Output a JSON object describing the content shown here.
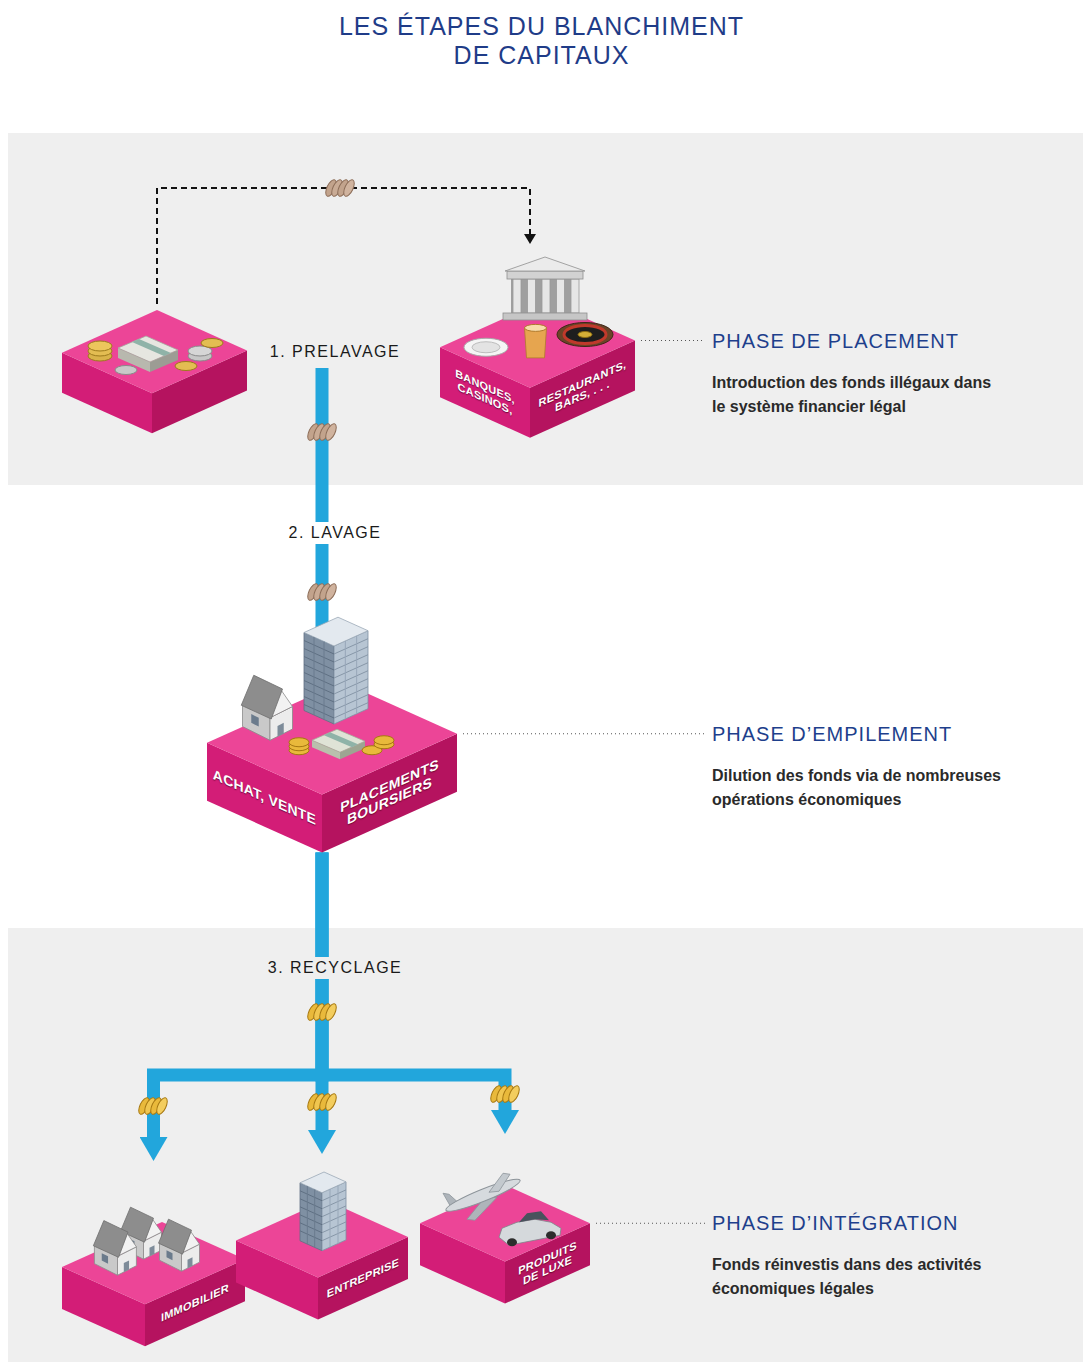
{
  "diagram": {
    "title": "LES ÉTAPES DU BLANCHIMENT DE CAPITAUX",
    "nodes": [
      {
        "text": [
          "BANQUES, CASINOS,",
          "RESTAURANTS, BARS, . . ."
        ]
      },
      {
        "text": [
          "ACHAT, VENTE",
          "PLACEMENTS BOURSIERS"
        ]
      },
      {
        "text": [
          "IMMOBILIER"
        ]
      },
      {
        "text": [
          "ENTREPRISE"
        ]
      },
      {
        "text": [
          "PRODUITS DE LUXE"
        ]
      }
    ],
    "edges": [
      {
        "from": 1,
        "to": 2,
        "arrow": "to"
      },
      {
        "from": 1,
        "to": 3,
        "arrow": "to"
      },
      {
        "from": 1,
        "to": 4,
        "arrow": "to"
      }
    ],
    "labels": [
      "1. PRELAVAGE",
      "PHASE DE PLACEMENT",
      "Introduction des fonds illégaux dans le système financier légal",
      "2. LAVAGE",
      "PHASE D’EMPILEMENT",
      "Dilution des fonds via de nombreuses opérations économiques",
      "3. RECYCLAGE",
      "PHASE D’INTÉGRATION",
      "Fonds réinvestis dans des activités économiques légales"
    ]
  }
}
